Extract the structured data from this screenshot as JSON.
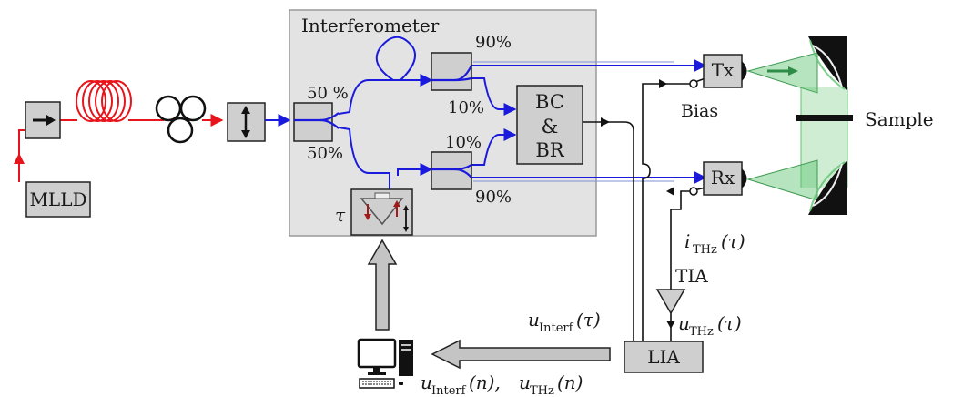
{
  "labels": {
    "laser": "MLLD",
    "interferometer": "Interferometer",
    "split_50_top": "50 %",
    "split_50_bottom": "50%",
    "split_90_top": "90%",
    "split_10_top": "10%",
    "split_10_bottom": "10%",
    "split_90_bottom": "90%",
    "bc_line1": "BC",
    "bc_line2": "&",
    "bc_line3": "BR",
    "tx": "Tx",
    "rx": "Rx",
    "bias": "Bias",
    "sample": "Sample",
    "tia": "TIA",
    "lia": "LIA",
    "delay": "τ",
    "i_thz_main": "i",
    "i_thz_sub": "THz",
    "i_thz_arg": "(τ)",
    "u_thz_main": "u",
    "u_thz_sub": "THz",
    "u_thz_arg": "(τ)",
    "u_interf_main": "u",
    "u_interf_sub": "Interf",
    "u_interf_arg": "(τ)",
    "pc_main_1": "u",
    "pc_sub_1": "Interf",
    "pc_arg_1": "(n), ",
    "pc_main_2": "u",
    "pc_sub_2": "THz",
    "pc_arg_2": "(n)"
  },
  "colors": {
    "red_fiber": "#e8141b",
    "blue_fiber": "#1a1adc",
    "box_fill": "#cfcfcf",
    "panel_fill": "#e3e3e3",
    "thz_green": "#5cc46e",
    "delay_red": "#a11b1b"
  }
}
